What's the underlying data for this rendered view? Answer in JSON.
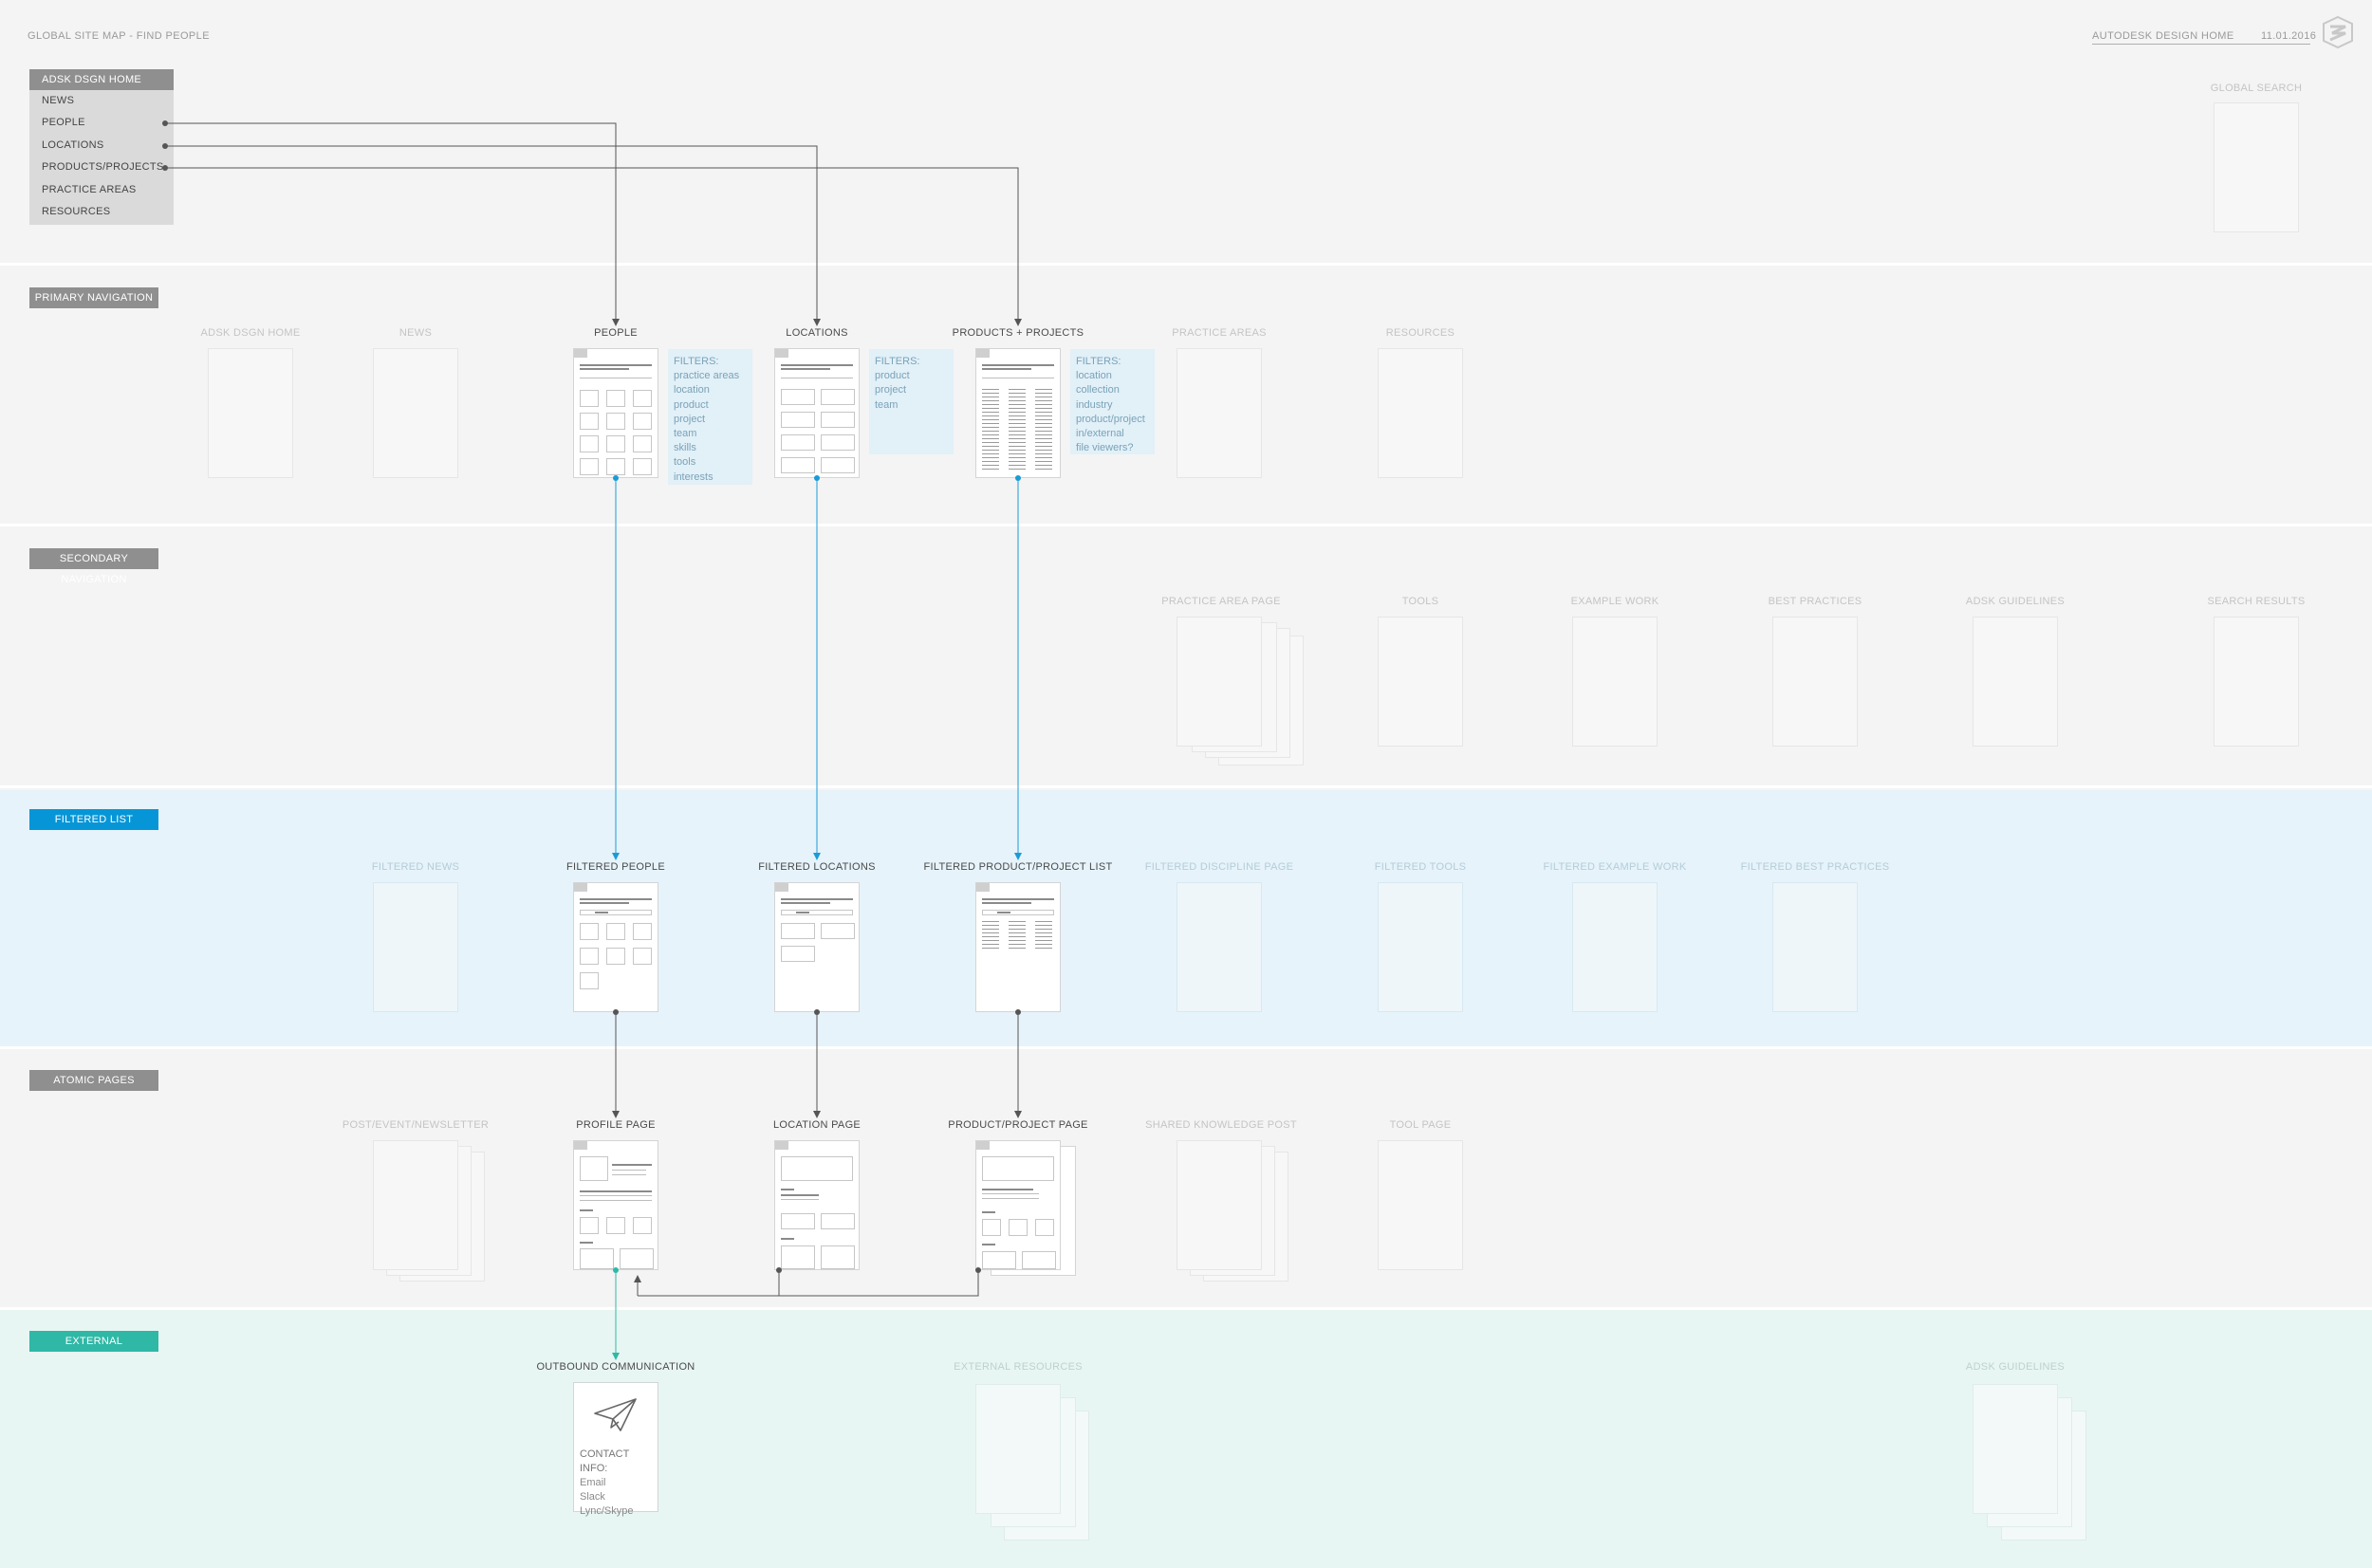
{
  "header": {
    "title": "GLOBAL SITE MAP - FIND PEOPLE",
    "project": "AUTODESK DESIGN HOME",
    "date": "11.01.2016",
    "logo_icon": "autodesk-logo-icon"
  },
  "menu": {
    "head": "ADSK DSGN HOME",
    "items": [
      "NEWS",
      "PEOPLE",
      "LOCATIONS",
      "PRODUCTS/PROJECTS",
      "PRACTICE AREAS",
      "RESOURCES"
    ]
  },
  "global_search": {
    "label": "GLOBAL SEARCH"
  },
  "sections": {
    "primary": "PRIMARY NAVIGATION",
    "secondary": "SECONDARY NAVIGATION",
    "filtered": "FILTERED LIST",
    "atomic": "ATOMIC PAGES",
    "external": "EXTERNAL"
  },
  "primary_nav": {
    "home": "ADSK DSGN HOME",
    "news": "NEWS",
    "people": "PEOPLE",
    "locations": "LOCATIONS",
    "products": "PRODUCTS + PROJECTS",
    "practice": "PRACTICE AREAS",
    "resources": "RESOURCES"
  },
  "filters": {
    "people": [
      "FILTERS:",
      "practice areas",
      "location",
      "product",
      "project",
      "team",
      "skills",
      "tools",
      "interests"
    ],
    "locations": [
      "FILTERS:",
      "product",
      "project",
      "team"
    ],
    "products": [
      "FILTERS:",
      "location",
      "collection",
      "industry",
      "product/project",
      "in/external",
      "file viewers?"
    ]
  },
  "secondary_nav": {
    "practice_area_page": "PRACTICE AREA PAGE",
    "tools": "TOOLS",
    "example_work": "EXAMPLE WORK",
    "best_practices": "BEST PRACTICES",
    "adsk_guidelines": "ADSK GUIDELINES",
    "search_results": "SEARCH RESULTS"
  },
  "filtered_list": {
    "news": "FILTERED NEWS",
    "people": "FILTERED PEOPLE",
    "locations": "FILTERED LOCATIONS",
    "products": "FILTERED PRODUCT/PROJECT LIST",
    "discipline": "FILTERED DISCIPLINE PAGE",
    "tools": "FILTERED TOOLS",
    "example_work": "FILTERED EXAMPLE WORK",
    "best_practices": "FILTERED BEST PRACTICES"
  },
  "atomic": {
    "post": "POST/EVENT/NEWSLETTER",
    "profile": "PROFILE PAGE",
    "location": "LOCATION PAGE",
    "product": "PRODUCT/PROJECT PAGE",
    "shared": "SHARED KNOWLEDGE POST",
    "tool": "TOOL PAGE"
  },
  "external": {
    "outbound": "OUTBOUND COMMUNICATION",
    "resources": "EXTERNAL RESOURCES",
    "guidelines": "ADSK GUIDELINES",
    "contact": [
      "CONTACT INFO:",
      "Email",
      "Slack",
      "Lync/Skype"
    ],
    "send_icon": "paper-plane-icon"
  },
  "colors": {
    "background": "#f4f4f4",
    "filtered_band": "#e6f3fa",
    "external_band": "#e8f6f3",
    "accent_blue": "#0696d7",
    "accent_teal": "#2fb8a6",
    "tag_gray": "#8f8f8f"
  }
}
